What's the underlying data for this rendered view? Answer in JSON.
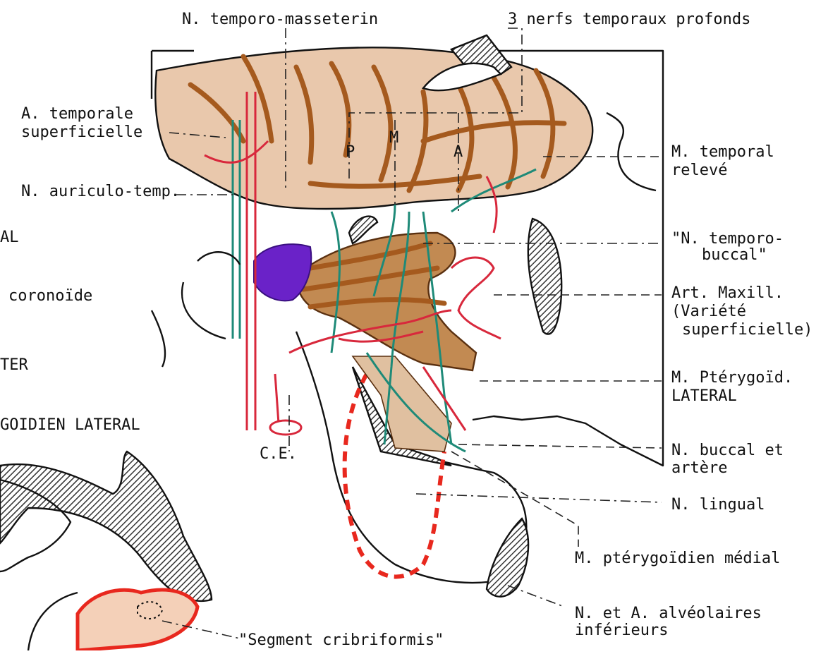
{
  "colors": {
    "muscle_fill": "#e9c8ac",
    "muscle_fiber": "#a55a1e",
    "nerve": "#1e8a78",
    "artery": "#d8283c",
    "gland_outline": "#e8281e",
    "condyle": "#6a22c8",
    "hatch": "#333333"
  },
  "labels": {
    "temporo_masseterin": "N. temporo-masseterin",
    "temporaux_profonds": "3 nerfs temporaux profonds",
    "temporale_line1": "A. temporale",
    "temporale_line2": "superficielle",
    "auriculo_temp": "N. auriculo-temp.",
    "temporal_releve_1": "M. temporal",
    "temporal_releve_2": "relevé",
    "temporo_buccal_1": "\"N. temporo-",
    "temporo_buccal_2": "buccal\"",
    "art_maxill_1": "Art. Maxill.",
    "art_maxill_2": "(Variété",
    "art_maxill_3": "superficielle)",
    "pterygoid_lat_1": "M. Ptérygoïd.",
    "pterygoid_lat_2": "LATERAL",
    "buccal_1": "N. buccal et",
    "buccal_2": "artère",
    "lingual": "N. lingual",
    "pterygoid_med": "M. ptérygoïdien médial",
    "alveolaires_1": "N. et A. alvéolaires",
    "alveolaires_2": "inférieurs",
    "segment": "\"Segment cribriformis\"",
    "ce": "C.E.",
    "letter_p": "P",
    "letter_m": "M",
    "letter_a": "A",
    "left_al": "AL",
    "left_coronoide": "coronoïde",
    "left_ter": "TER",
    "left_goidien": "GOIDIEN LATERAL"
  }
}
